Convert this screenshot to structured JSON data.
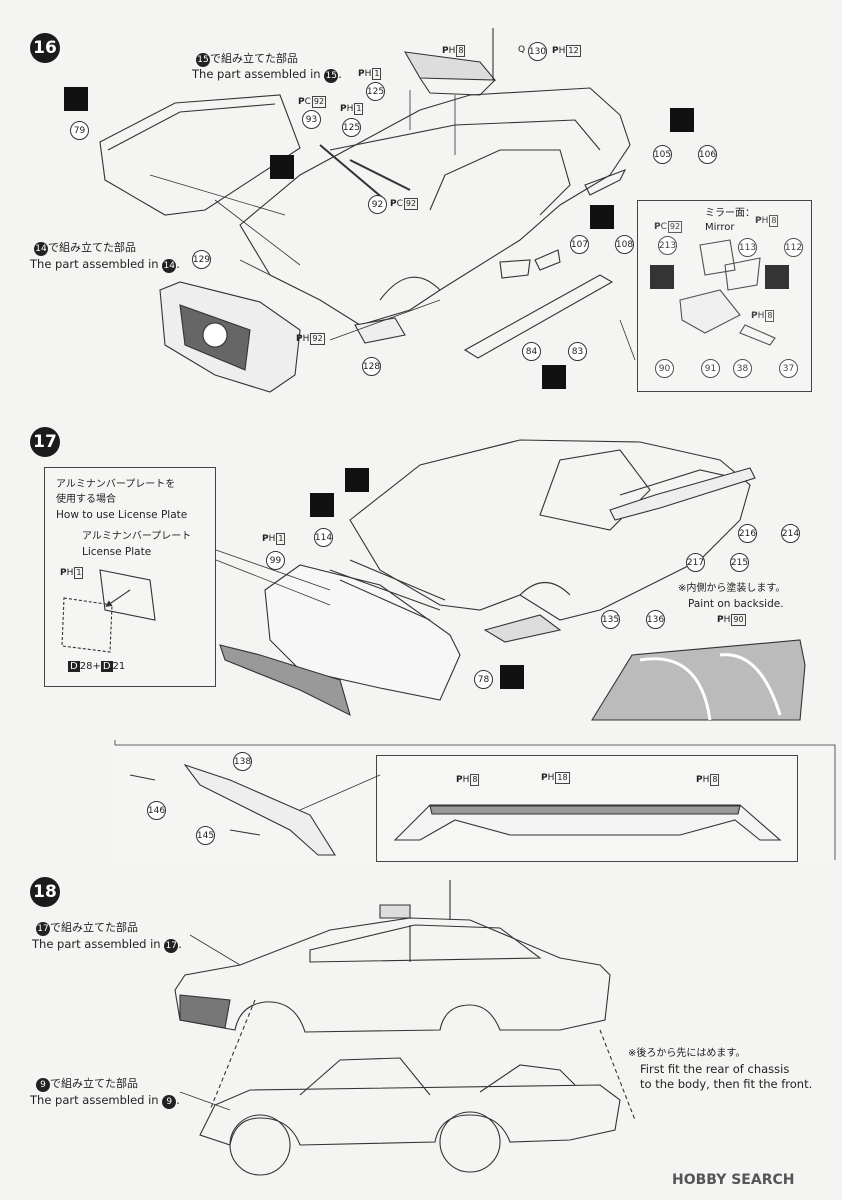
{
  "steps": {
    "s16": "16",
    "s17": "17",
    "s18": "18"
  },
  "step16": {
    "ref15_jp": "で組み立てた部品",
    "ref15_num": "15",
    "ref15_en": "The part assembled in",
    "ref14_jp": "で組み立てた部品",
    "ref14_num": "14",
    "ref14_en": "The part assembled in",
    "mirror_jp": "ミラー面：",
    "mirror_en": "Mirror",
    "parts": {
      "p79": "79",
      "p93": "93",
      "p125a": "125",
      "p125b": "125",
      "p130": "130",
      "p92": "92",
      "p129": "129",
      "p128": "128",
      "p105": "105",
      "p106": "106",
      "p107": "107",
      "p108": "108",
      "p84": "84",
      "p83": "83",
      "p213": "213",
      "p113": "113",
      "p112": "112",
      "p90": "90",
      "p91": "91",
      "p38": "38",
      "p37": "37"
    },
    "codes": {
      "ph8": "8",
      "ph12": "12",
      "ph1a": "1",
      "ph1b": "1",
      "pc92a": "92",
      "pc92b": "92",
      "pc92c": "92",
      "ph92": "92",
      "ph8m": "8",
      "ph8n": "8",
      "q": "Q"
    }
  },
  "step17": {
    "plate_jp1": "アルミナンバープレートを",
    "plate_jp2": "使用する場合",
    "plate_en": "How to use License Plate",
    "plate_sub_jp": "アルミナンバープレート",
    "plate_sub_en": "License Plate",
    "d_code": "D",
    "d28": "28",
    "plus": "+",
    "d21": "21",
    "paint_jp": "※内側から塗装します。",
    "paint_en": "Paint on backside.",
    "parts": {
      "p99": "99",
      "p114": "114",
      "p78": "78",
      "p135": "135",
      "p136": "136",
      "p216": "216",
      "p214": "214",
      "p217": "217",
      "p215": "215",
      "p138": "138",
      "p146": "146",
      "p145": "145"
    },
    "codes": {
      "ph1a": "1",
      "ph1b": "1",
      "ph90": "90",
      "ph8a": "8",
      "ph18": "18",
      "ph8b": "8"
    }
  },
  "step18": {
    "ref17_jp": "で組み立てた部品",
    "ref17_num": "17",
    "ref17_en": "The part assembled in",
    "ref9_jp": "で組み立てた部品",
    "ref9_num": "9",
    "ref9_en": "The part assembled in",
    "note_jp": "※後ろから先にはめます。",
    "note_en1": "First fit the rear of chassis",
    "note_en2": "to the body, then fit the front."
  },
  "watermark": "HOBBY SEARCH"
}
